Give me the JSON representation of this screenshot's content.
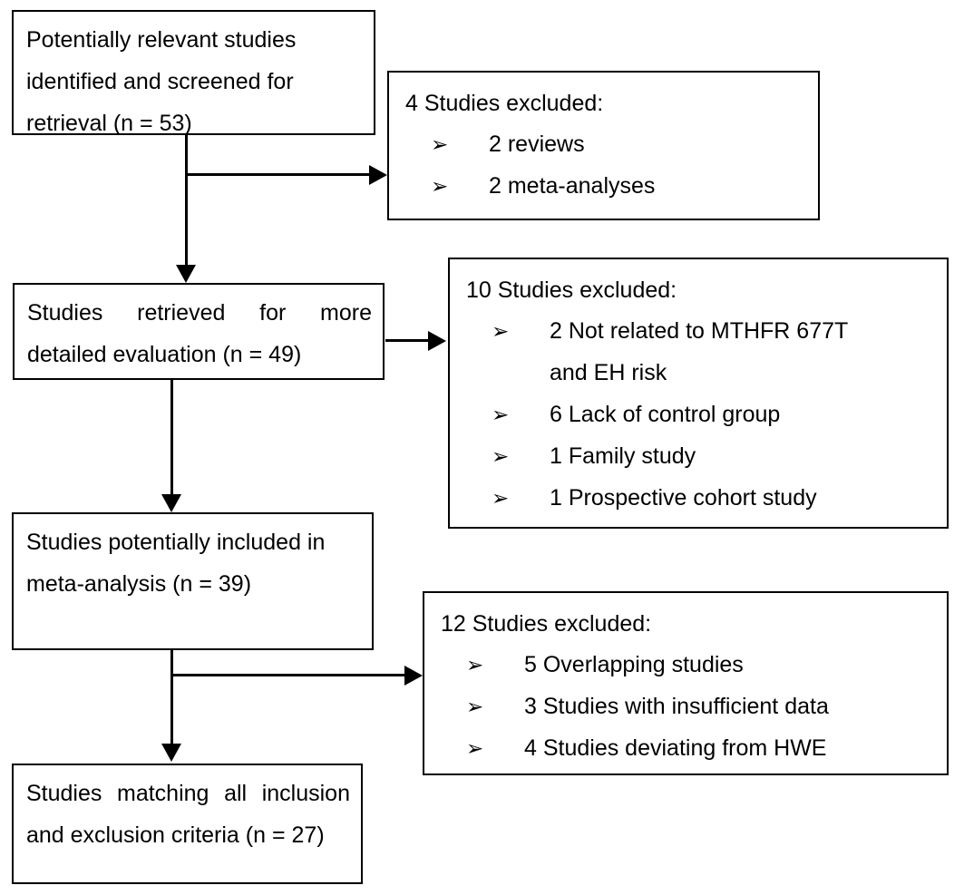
{
  "diagram": {
    "title": "PRISMA-style study selection flow diagram",
    "colors": {
      "stroke": "#000000",
      "background": "#ffffff",
      "text": "#000000"
    },
    "bullet_glyph": "➢"
  },
  "flow_boxes": [
    {
      "id": "screened",
      "text": "Potentially relevant studies identified and screened for retrieval (n = 53)",
      "n": 53
    },
    {
      "id": "retrieved",
      "text": "Studies retrieved for more detailed evaluation (n = 49)",
      "n": 49
    },
    {
      "id": "potentially-included",
      "text": "Studies potentially included in meta-analysis (n = 39)",
      "n": 39
    },
    {
      "id": "matching",
      "text": "Studies matching all inclusion and exclusion criteria (n = 27)",
      "n": 27
    }
  ],
  "exclusion_boxes": [
    {
      "id": "excluded-4",
      "title": "4 Studies excluded:",
      "count": 4,
      "items": [
        {
          "label": "2 reviews",
          "cont": ""
        },
        {
          "label": "2 meta-analyses",
          "cont": ""
        }
      ]
    },
    {
      "id": "excluded-10",
      "title": "10 Studies excluded:",
      "count": 10,
      "items": [
        {
          "label": "2 Not related to MTHFR 677T",
          "cont": "and EH risk"
        },
        {
          "label": "6 Lack of control group",
          "cont": ""
        },
        {
          "label": "1 Family study",
          "cont": ""
        },
        {
          "label": "1 Prospective cohort study",
          "cont": ""
        }
      ]
    },
    {
      "id": "excluded-12",
      "title": "12 Studies excluded:",
      "count": 12,
      "items": [
        {
          "label": "5 Overlapping studies",
          "cont": ""
        },
        {
          "label": "3 Studies with insufficient data",
          "cont": ""
        },
        {
          "label": "4 Studies deviating from HWE",
          "cont": ""
        }
      ]
    }
  ]
}
